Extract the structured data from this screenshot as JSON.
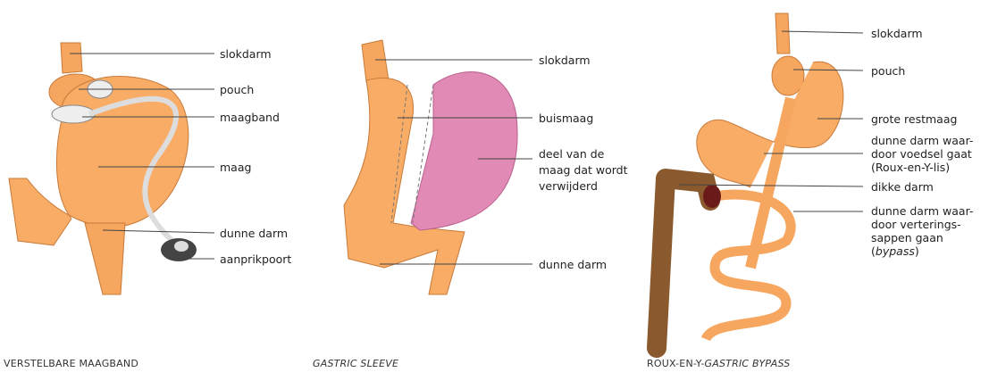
{
  "panels": [
    {
      "caption": "VERSTELBARE MAAGBAND",
      "labels": {
        "slokdarm": "slokdarm",
        "pouch": "pouch",
        "maagband": "maagband",
        "maag": "maag",
        "dunne_darm": "dunne darm",
        "aanprikpoort": "aanprikpoort"
      }
    },
    {
      "caption": "GASTRIC SLEEVE",
      "labels": {
        "slokdarm": "slokdarm",
        "buismaag": "buismaag",
        "deel_1": "deel van de",
        "deel_2": "maag dat wordt",
        "deel_3": "verwijderd",
        "dunne_darm": "dunne darm"
      }
    },
    {
      "caption_a": "ROUX-EN-Y-",
      "caption_b": "GASTRIC BYPASS",
      "labels": {
        "slokdarm": "slokdarm",
        "pouch": "pouch",
        "grote_restmaag": "grote restmaag",
        "lis_1": "dunne darm waar-",
        "lis_2": "door voedsel gaat",
        "lis_3": "(Roux-en-Y-lis)",
        "dikke_darm": "dikke darm",
        "bypass_1": "dunne darm waar-",
        "bypass_2": "door verterings-",
        "bypass_3": "sappen gaan",
        "bypass_4a": "(",
        "bypass_4b": "bypass",
        "bypass_4c": ")"
      }
    }
  ],
  "colors": {
    "tissue": "#f6a65e",
    "tissue_light": "#fbc996",
    "removed": "#e08ab5",
    "colon": "#8a5a2e",
    "line": "#444"
  }
}
